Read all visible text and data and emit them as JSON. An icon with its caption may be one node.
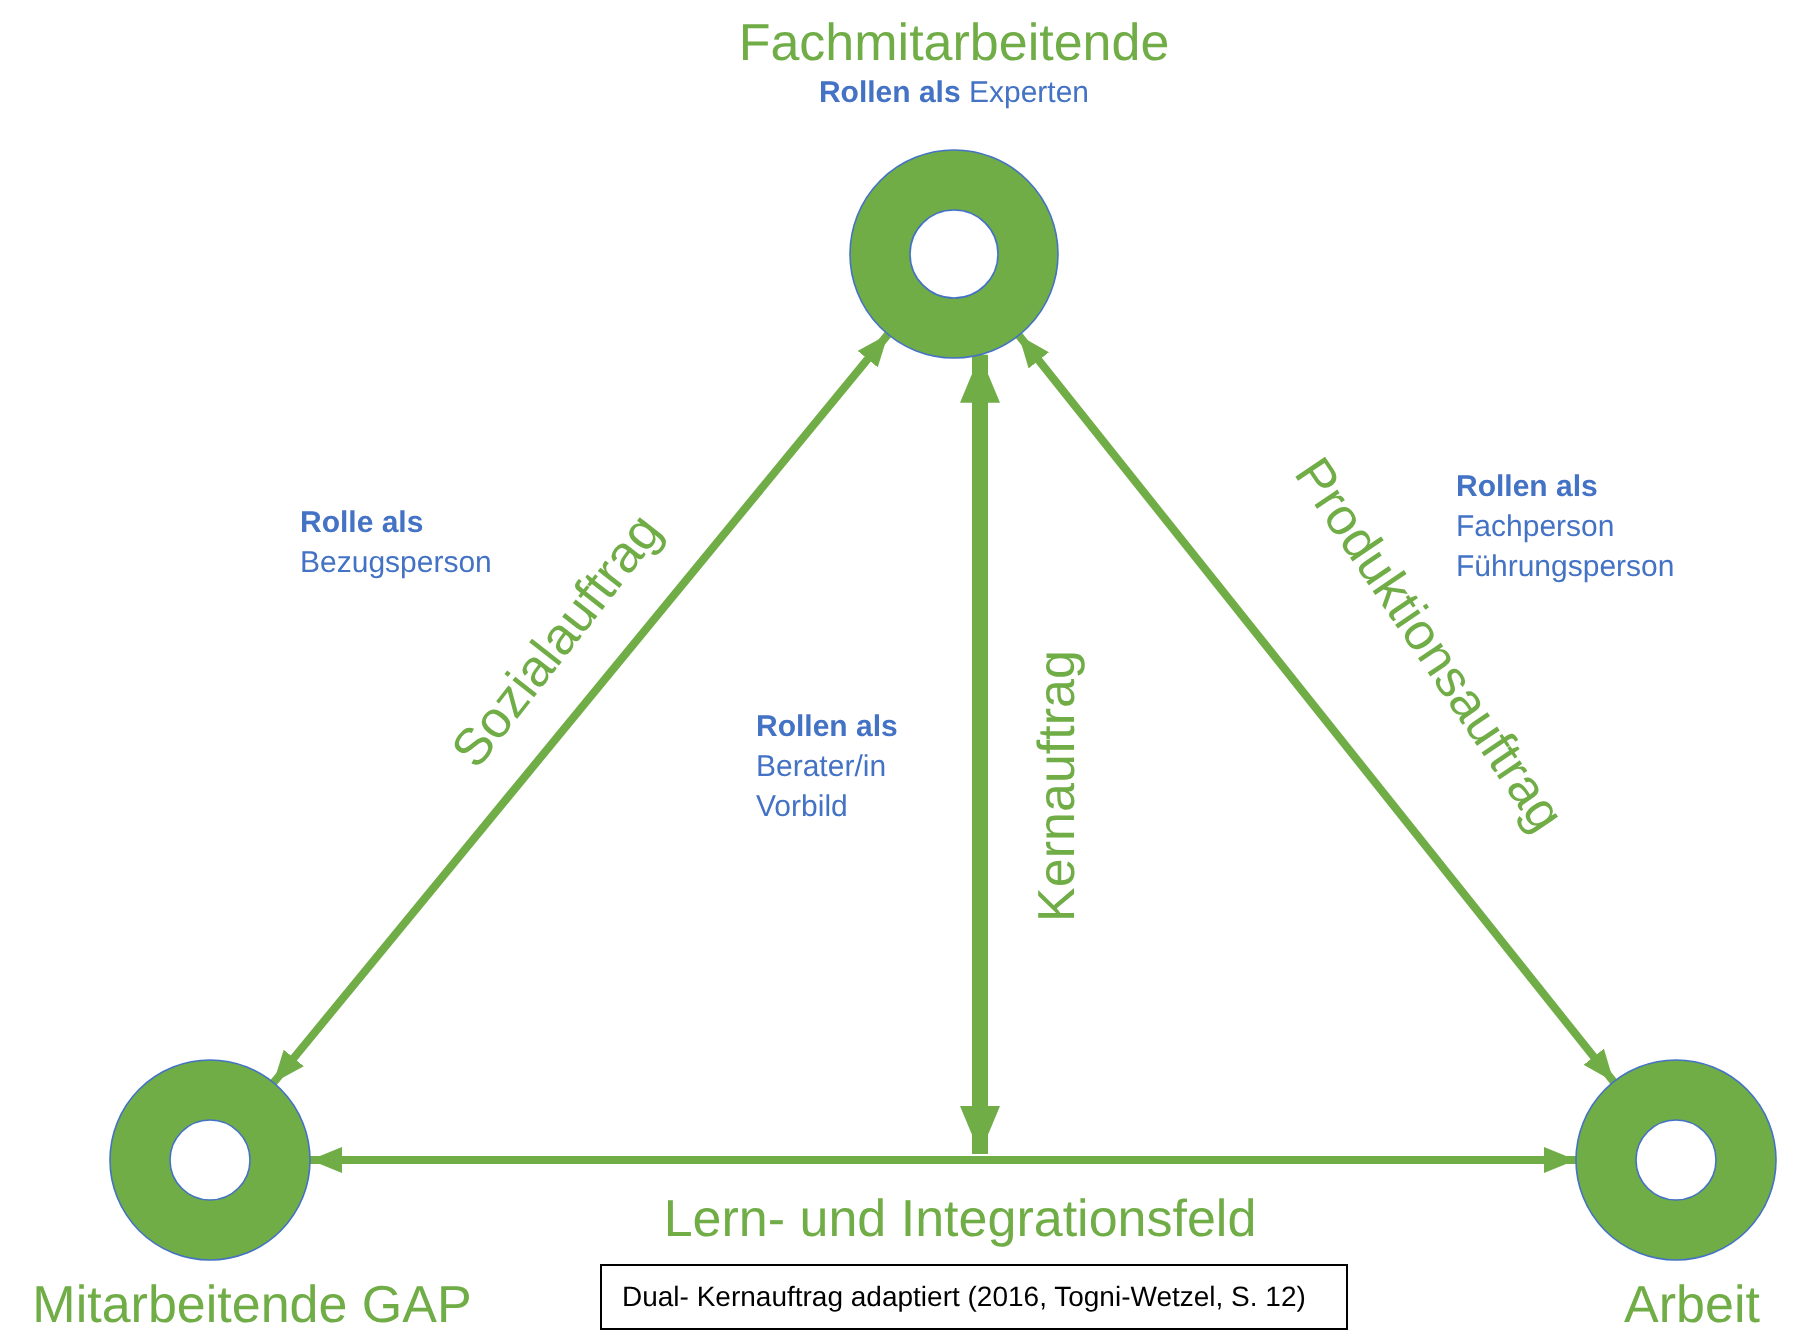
{
  "diagram": {
    "nodes": [
      {
        "text": [
          "Fachmitarbeitende"
        ],
        "beside": [
          "**Rollen als** Experten"
        ]
      },
      {
        "text": [
          "Mitarbeitende GAP"
        ]
      },
      {
        "text": [
          "Arbeit"
        ]
      },
      {
        "text": [
          "Dual- Kernauftrag adaptiert (2016, Togni-Wetzel, S. 12)"
        ]
      }
    ],
    "edges": [
      {
        "from": 0,
        "to": 1,
        "arrow": "both",
        "label": "Sozialauftrag"
      },
      {
        "from": 0,
        "to": 2,
        "arrow": "both",
        "label": "Produktionsauftrag"
      },
      {
        "from": 1,
        "to": 2,
        "arrow": "both",
        "label": "Lern- und Integrationsfeld"
      },
      {
        "from": 0,
        "to": null,
        "arrow": "both",
        "label": "Kernauftrag",
        "style": "thick"
      }
    ],
    "labels": [
      "**Rolle als** Bezugsperson",
      "**Rollen als** Berater/in Vorbild",
      "**Rollen als** Fachperson Führungsperson"
    ]
  }
}
